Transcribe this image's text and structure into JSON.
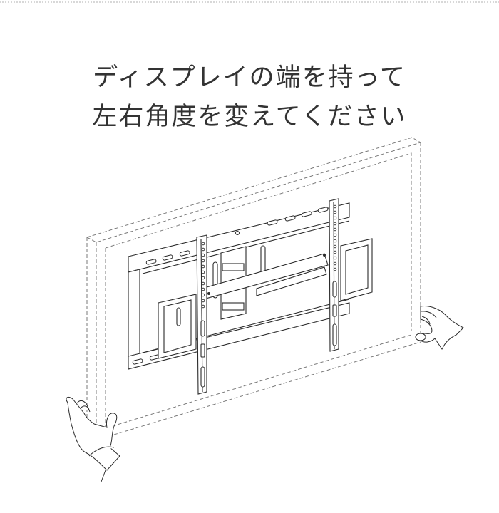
{
  "caption": {
    "line1": "ディスプレイの端を持って",
    "line2": "左右角度を変えてください"
  },
  "illustration": {
    "subject": "tv-wall-mount-arm-swivel",
    "elements": [
      "display-frame-outline",
      "wall-plate",
      "articulating-arm",
      "vesa-brackets",
      "left-hand",
      "right-hand"
    ]
  },
  "colors": {
    "background": "#ffffff",
    "text": "#333333",
    "line": "#2a2a2a",
    "dashed_outline": "#7a7a7a"
  }
}
